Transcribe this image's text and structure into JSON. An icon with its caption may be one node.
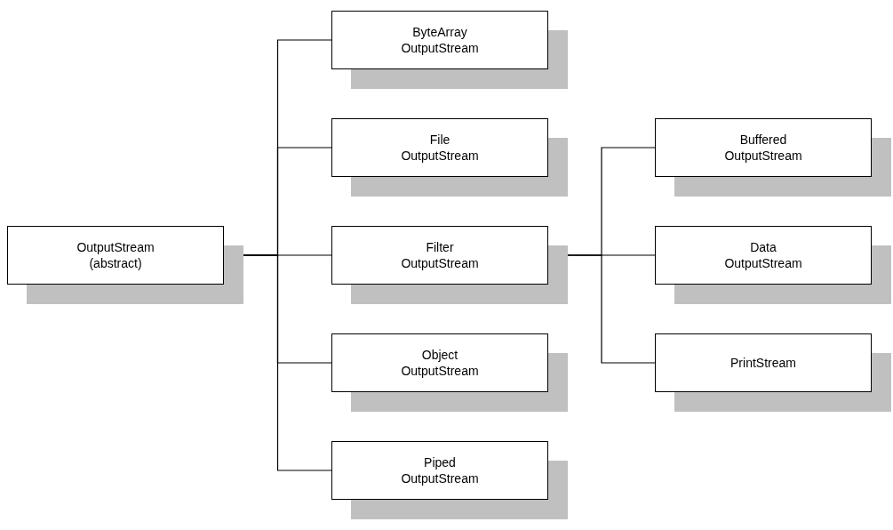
{
  "diagram": {
    "nodes": [
      {
        "text": [
          "OutputStream (abstract)"
        ]
      },
      {
        "text": [
          "ByteArray OutputStream"
        ]
      },
      {
        "text": [
          "File OutputStream"
        ]
      },
      {
        "text": [
          "Filter OutputStream"
        ]
      },
      {
        "text": [
          "Object OutputStream"
        ]
      },
      {
        "text": [
          "Piped OutputStream"
        ]
      },
      {
        "text": [
          "Buffered OutputStream"
        ]
      },
      {
        "text": [
          "Data OutputStream"
        ]
      },
      {
        "text": [
          "PrintStream"
        ]
      }
    ],
    "edges": [
      {
        "from": 0,
        "to": 1,
        "arrow": "none"
      },
      {
        "from": 0,
        "to": 2,
        "arrow": "none"
      },
      {
        "from": 0,
        "to": 3,
        "arrow": "none"
      },
      {
        "from": 0,
        "to": 4,
        "arrow": "none"
      },
      {
        "from": 0,
        "to": 5,
        "arrow": "none"
      },
      {
        "from": 3,
        "to": 6,
        "arrow": "none"
      },
      {
        "from": 3,
        "to": 7,
        "arrow": "none"
      },
      {
        "from": 3,
        "to": 8,
        "arrow": "none"
      }
    ]
  }
}
